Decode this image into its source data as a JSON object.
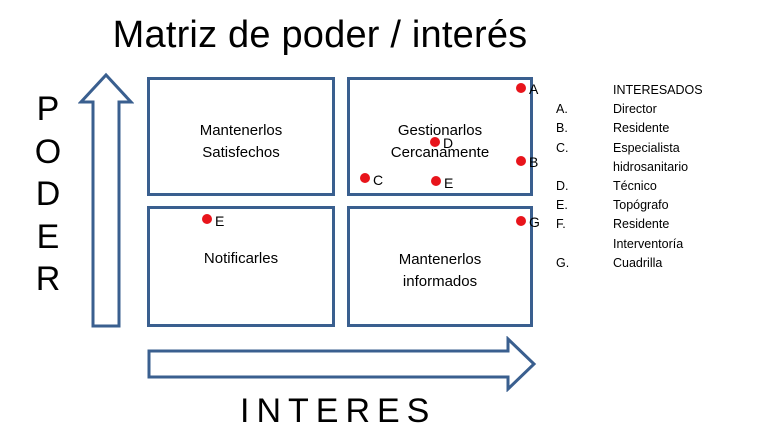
{
  "title": "Matriz de poder / interés",
  "y_axis_label": [
    "P",
    "O",
    "D",
    "E",
    "R"
  ],
  "x_axis_label": "INTERES",
  "quadrants": {
    "top_left": [
      "Mantenerlos",
      "Satisfechos"
    ],
    "top_right": [
      "Gestionarlos",
      "Cercanamente"
    ],
    "bottom_left": [
      "Notificarles"
    ],
    "bottom_right": [
      "Mantenerlos",
      "informados"
    ]
  },
  "markers": {
    "a": "A",
    "d": "D",
    "b": "B",
    "c": "C",
    "e_top": "E",
    "e_bottom": "E",
    "g": "G"
  },
  "marker_color": "#e8141b",
  "outline_color": "#3a5f8f",
  "legend": {
    "title": "INTERESADOS",
    "items": [
      {
        "key": "A.",
        "lines": [
          "Director"
        ]
      },
      {
        "key": "B.",
        "lines": [
          "Residente"
        ]
      },
      {
        "key": "C.",
        "lines": [
          "Especialista",
          "hidrosanitario"
        ]
      },
      {
        "key": "D.",
        "lines": [
          "Técnico"
        ]
      },
      {
        "key": "E.",
        "lines": [
          "Topógrafo"
        ]
      },
      {
        "key": "F.",
        "lines": [
          "Residente",
          "Interventoría"
        ]
      },
      {
        "key": "G.",
        "lines": [
          "Cuadrilla"
        ]
      }
    ]
  }
}
